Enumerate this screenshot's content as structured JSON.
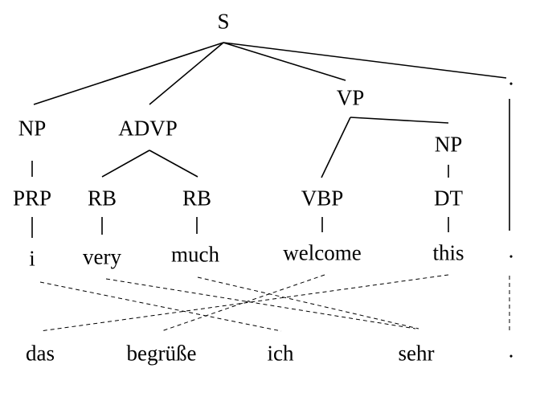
{
  "tree": {
    "root": "S",
    "phrases": {
      "np1": "NP",
      "advp": "ADVP",
      "vp": "VP",
      "np2": "NP"
    },
    "pos_tags": [
      "PRP",
      "RB",
      "RB",
      "VBP",
      "DT"
    ],
    "source_words": [
      "i",
      "very",
      "much",
      "welcome",
      "this",
      "."
    ],
    "root_punct": "."
  },
  "target_words": [
    "das",
    "begrüße",
    "ich",
    "sehr",
    "."
  ],
  "alignments": [
    {
      "source": "i",
      "target": "ich"
    },
    {
      "source": "very",
      "target": "sehr"
    },
    {
      "source": "much",
      "target": "sehr"
    },
    {
      "source": "welcome",
      "target": "begrüße"
    },
    {
      "source": "this",
      "target": "das"
    },
    {
      "source": ".",
      "target": "."
    }
  ],
  "colors": {
    "ink": "#000000",
    "background": "#ffffff"
  }
}
